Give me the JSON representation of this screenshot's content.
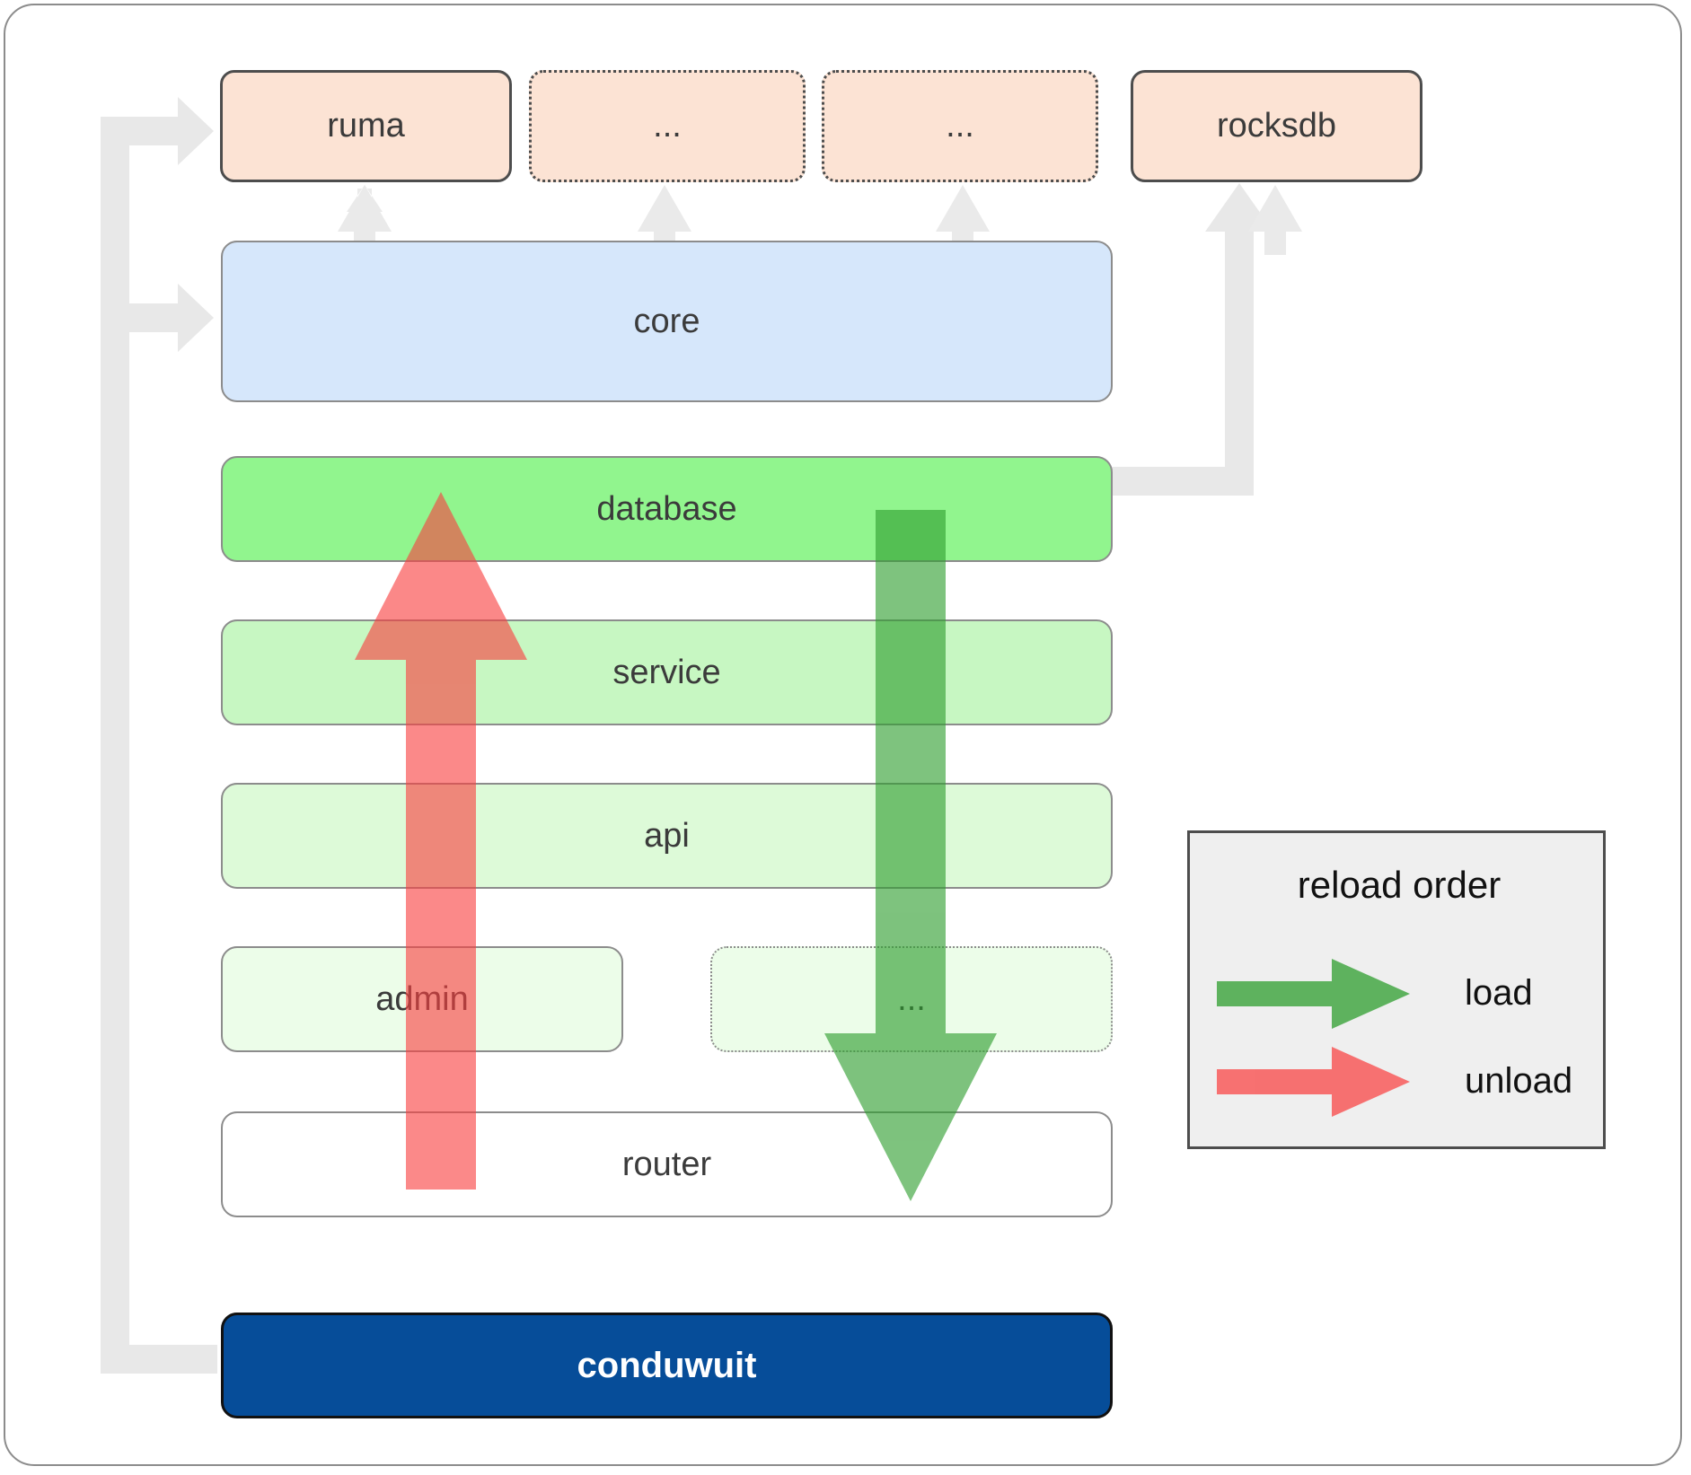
{
  "diagram": {
    "title": "conduwuit crate / reload order architecture",
    "background": "#ffffff",
    "frame_border_color": "#8c8c8c"
  },
  "colors": {
    "dependency_fill": "#fce3d4",
    "dependency_stroke": "#4d4d4d",
    "core_fill": "#d6e7fb",
    "database_fill": "#91f58e",
    "service_fill": "#c7f7c2",
    "api_fill": "#ddfad8",
    "admin_fill": "#ecfde9",
    "dots_fill": "#ecfde9",
    "router_fill": "#ffffff",
    "root_fill": "#064d99",
    "root_text": "#ffffff",
    "connector_gray": "#e8e8e8",
    "load_green": "#5aa85a",
    "unload_red": "#f98080",
    "legend_fill": "#efefef",
    "legend_stroke": "#4d4d4d",
    "node_text": "#3b3b3b"
  },
  "dependencies": [
    {
      "label": "ruma",
      "style": "solid"
    },
    {
      "label": "...",
      "style": "dotted"
    },
    {
      "label": "...",
      "style": "dotted"
    },
    {
      "label": "rocksdb",
      "style": "solid"
    }
  ],
  "layers": [
    {
      "label": "core",
      "kind": "core",
      "style": "solid"
    },
    {
      "label": "database",
      "kind": "green",
      "style": "solid"
    },
    {
      "label": "service",
      "kind": "green",
      "style": "solid"
    },
    {
      "label": "api",
      "kind": "green",
      "style": "solid"
    },
    {
      "label": "admin",
      "kind": "green",
      "style": "solid"
    },
    {
      "label": "...",
      "kind": "green",
      "style": "dotted"
    },
    {
      "label": "router",
      "kind": "plain",
      "style": "solid"
    }
  ],
  "root": {
    "label": "conduwuit"
  },
  "legend": {
    "title": "reload order",
    "items": [
      {
        "label": "load",
        "color": "#5aa85a",
        "direction": "right"
      },
      {
        "label": "unload",
        "color": "#f98080",
        "direction": "right"
      }
    ]
  },
  "flows": [
    {
      "name": "load",
      "direction": "down",
      "color": "#5aa85a",
      "from": "database",
      "to": "router"
    },
    {
      "name": "unload",
      "direction": "up",
      "color": "#f98080",
      "from": "router",
      "to": "database"
    }
  ],
  "connectors": [
    {
      "from": "conduwuit",
      "to": "ruma",
      "style": "gray-elbow"
    },
    {
      "from": "conduwuit",
      "to": "core",
      "style": "gray-elbow"
    },
    {
      "from": "database",
      "to": "rocksdb",
      "style": "gray-elbow"
    },
    {
      "from": "core",
      "to": "ruma",
      "style": "gray-up-arrow"
    },
    {
      "from": "core",
      "to": "...",
      "style": "gray-up-arrow"
    },
    {
      "from": "core",
      "to": "...",
      "style": "gray-up-arrow"
    },
    {
      "from": "core",
      "to": "rocksdb",
      "style": "gray-up-arrow"
    }
  ]
}
